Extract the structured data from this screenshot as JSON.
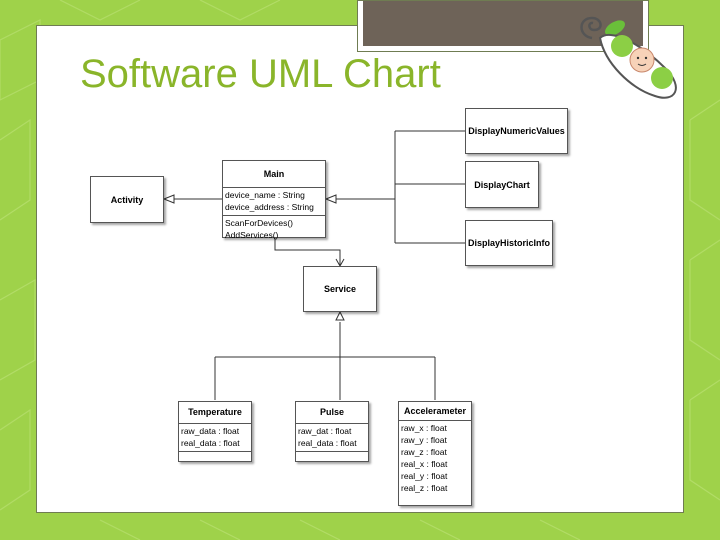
{
  "slide": {
    "title": "Software UML Chart"
  },
  "diagram": {
    "main": {
      "name": "Main",
      "attributes": [
        "device_name : String",
        "device_address : String"
      ],
      "methods": [
        "ScanForDevices()",
        "AddServices()"
      ]
    },
    "activity": {
      "name": "Activity"
    },
    "display_numeric": {
      "name": "DisplayNumericValues"
    },
    "display_chart": {
      "name": "DisplayChart"
    },
    "display_historic": {
      "name": "DisplayHistoricInfo"
    },
    "service": {
      "name": "Service"
    },
    "temperature": {
      "name": "Temperature",
      "attributes": [
        "raw_data : float",
        "real_data : float"
      ]
    },
    "pulse": {
      "name": "Pulse",
      "attributes": [
        "raw_dat : float",
        "real_data : float"
      ]
    },
    "accelerometer": {
      "name": "Accelerameter",
      "attributes": [
        "raw_x : float",
        "raw_y : float",
        "raw_z : float",
        "real_x : float",
        "real_y : float",
        "real_z : float"
      ]
    }
  },
  "colors": {
    "background": "#9fd24a",
    "title": "#8ab52a",
    "top_box": "#6e6358"
  }
}
